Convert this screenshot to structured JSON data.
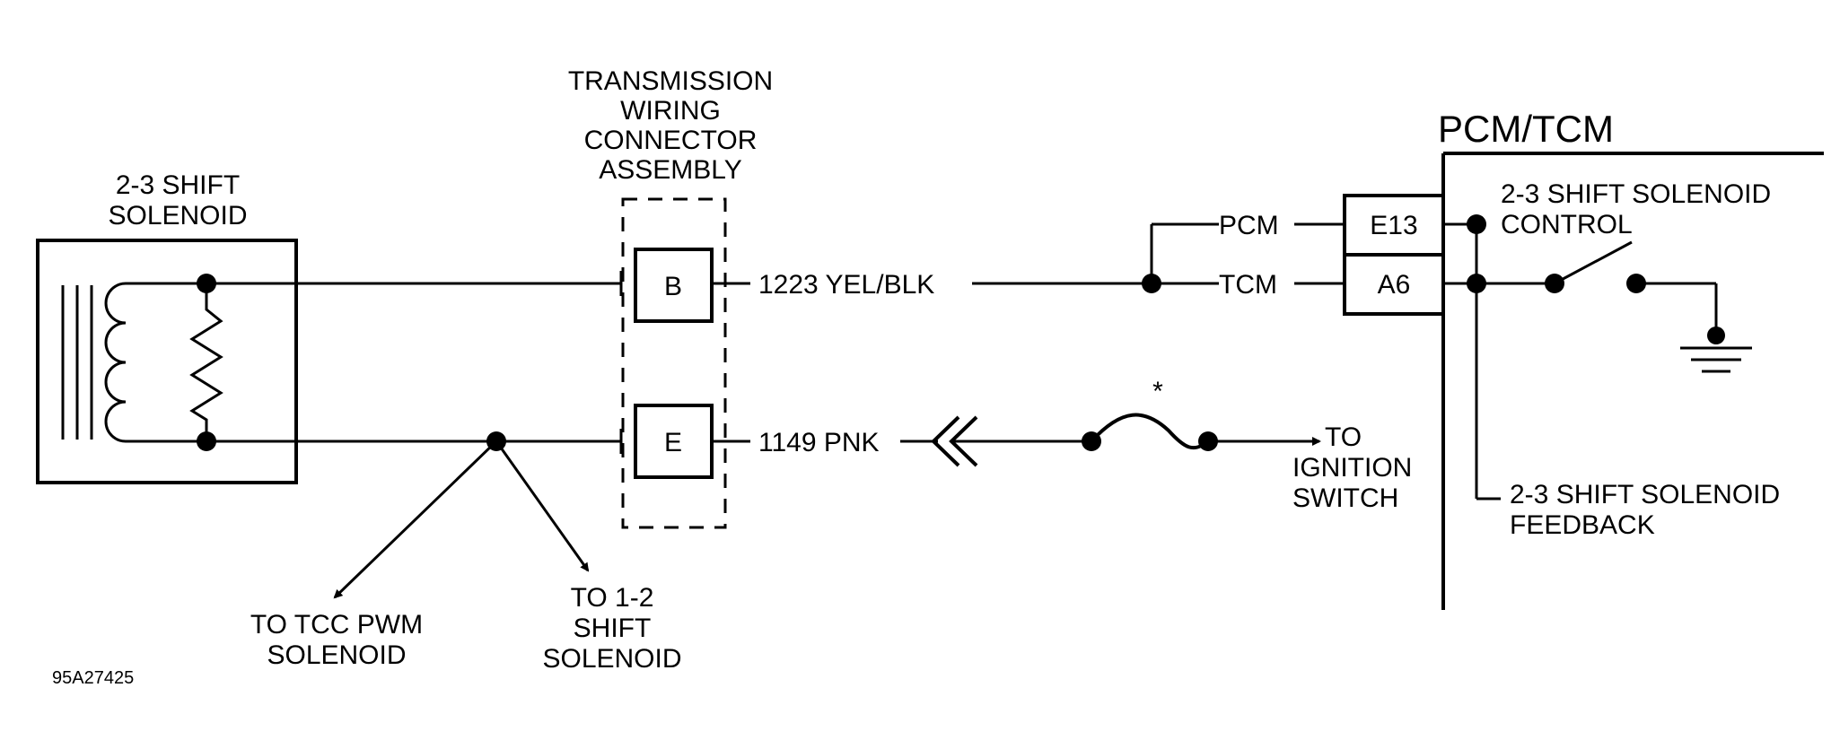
{
  "solenoid": {
    "title_line1": "2-3 SHIFT",
    "title_line2": "SOLENOID"
  },
  "connector": {
    "title_lines": [
      "TRANSMISSION",
      "WIRING",
      "CONNECTOR",
      "ASSEMBLY"
    ],
    "pin_b": "B",
    "pin_e": "E"
  },
  "wires": {
    "wire_1223": "1223 YEL/BLK",
    "wire_1149": "1149 PNK"
  },
  "module": {
    "title": "PCM/TCM",
    "label_pcm": "PCM",
    "label_tcm": "TCM",
    "pin_e13": "E13",
    "pin_a6": "A6",
    "control_line1": "2-3 SHIFT SOLENOID",
    "control_line2": "CONTROL",
    "feedback_line1": "2-3 SHIFT SOLENOID",
    "feedback_line2": "FEEDBACK"
  },
  "destinations": {
    "ignition": [
      "TO",
      "IGNITION",
      "SWITCH"
    ],
    "tcc": [
      "TO TCC PWM",
      "SOLENOID"
    ],
    "shift12": [
      "TO 1-2",
      "SHIFT",
      "SOLENOID"
    ]
  },
  "fuse_mark": "*",
  "figure_id": "95A27425"
}
